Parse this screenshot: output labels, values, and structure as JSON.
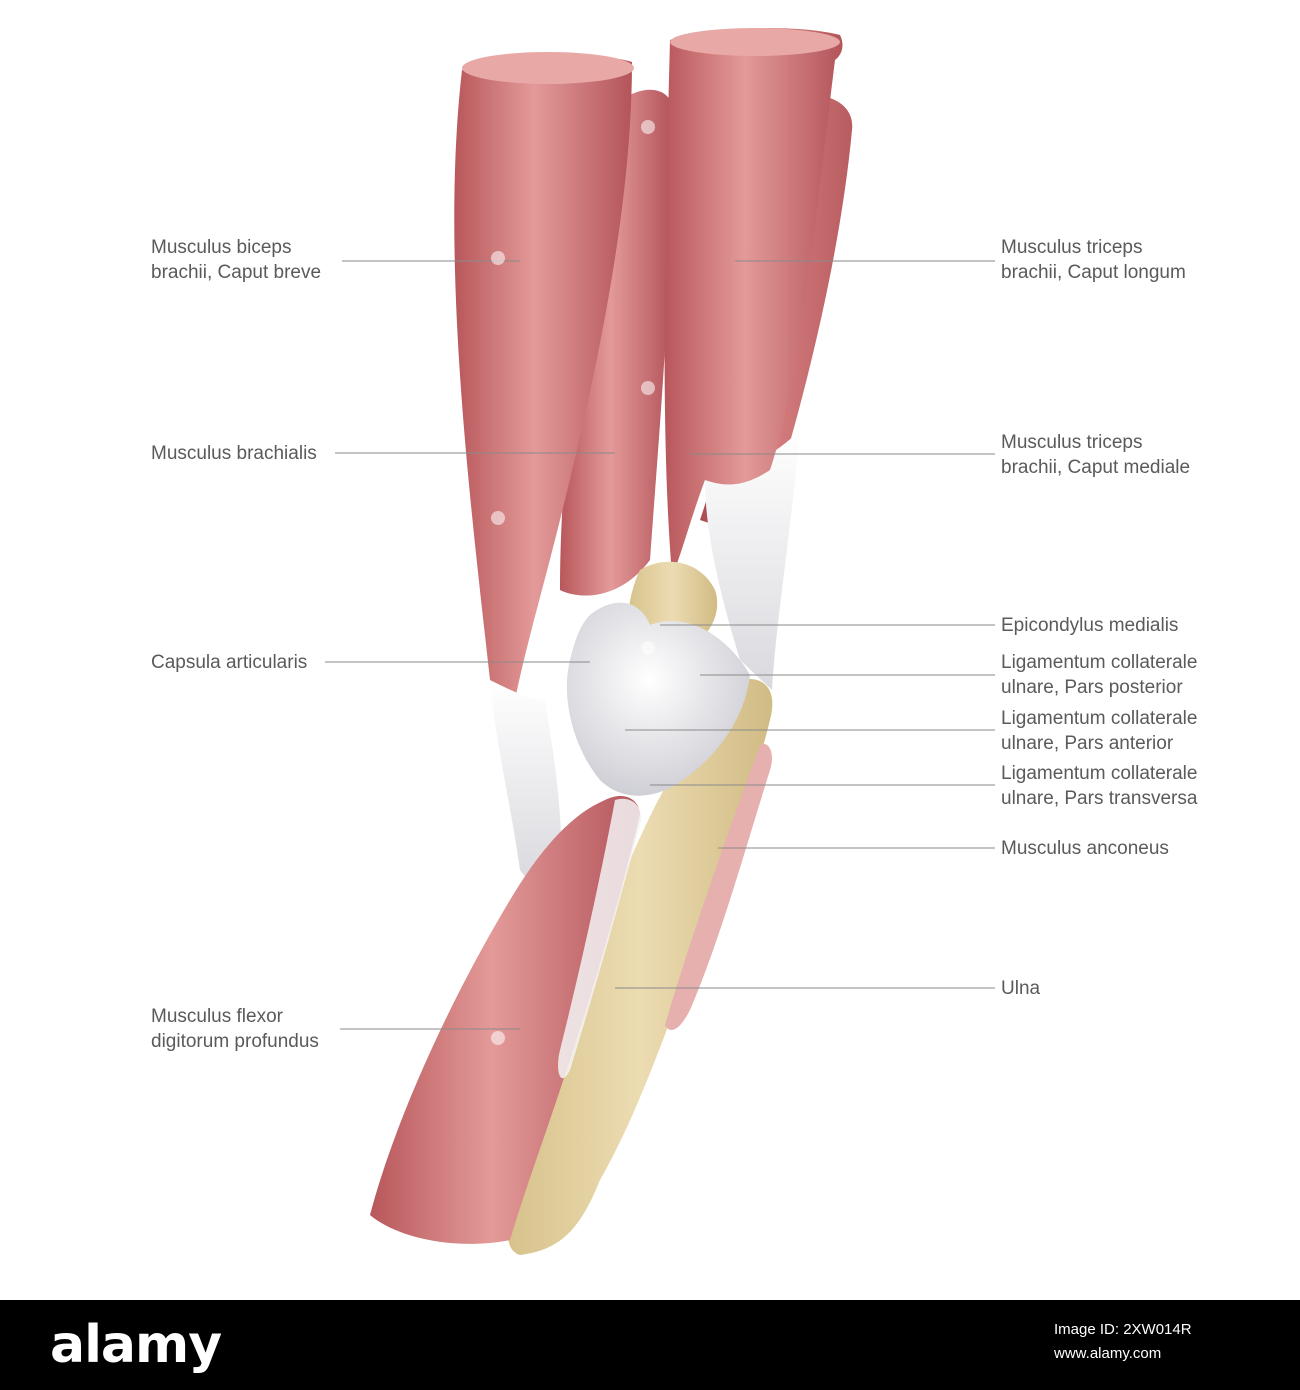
{
  "labels": {
    "biceps": [
      "Musculus biceps",
      "brachii, Caput breve"
    ],
    "brachialis": [
      "Musculus brachialis"
    ],
    "capsula": [
      "Capsula articularis"
    ],
    "flexor": [
      "Musculus flexor",
      "digitorum profundus"
    ],
    "triceps_longum": [
      "Musculus triceps",
      "brachii, Caput longum"
    ],
    "triceps_mediale": [
      "Musculus triceps",
      "brachii, Caput mediale"
    ],
    "epicondylus": [
      "Epicondylus medialis"
    ],
    "lig_posterior": [
      "Ligamentum collaterale",
      "ulnare, Pars posterior"
    ],
    "lig_anterior": [
      "Ligamentum collaterale",
      "ulnare, Pars anterior"
    ],
    "lig_transversa": [
      "Ligamentum collaterale",
      "ulnare, Pars transversa"
    ],
    "anconeus": [
      "Musculus anconeus"
    ],
    "ulna": [
      "Ulna"
    ]
  },
  "colors": {
    "muscle": "#c9676a",
    "muscle_light": "#de8a88",
    "muscle_dark": "#a84c50",
    "bone": "#e3d2a4",
    "tendon": "#f1f1f3",
    "leader": "#8a8a8a"
  },
  "footer": {
    "logo": "alamy",
    "image_id": "Image ID: 2XW014R",
    "website": "www.alamy.com"
  }
}
